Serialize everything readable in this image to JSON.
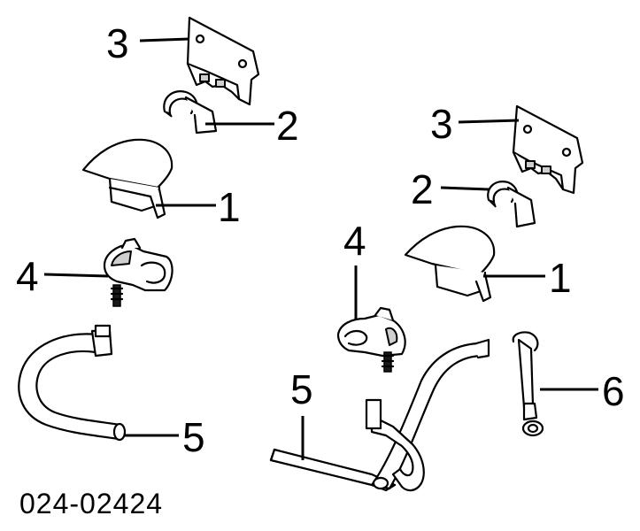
{
  "diagram": {
    "callouts": {
      "left_bracket": "3",
      "left_clip": "2",
      "left_cover": "1",
      "left_nozzle": "4",
      "left_hose": "5",
      "right_bracket": "3",
      "right_clip": "2",
      "right_cover": "1",
      "right_nozzle": "4",
      "center_hose": "5",
      "right_hose": "6"
    },
    "diagram_code": "024-02424"
  }
}
